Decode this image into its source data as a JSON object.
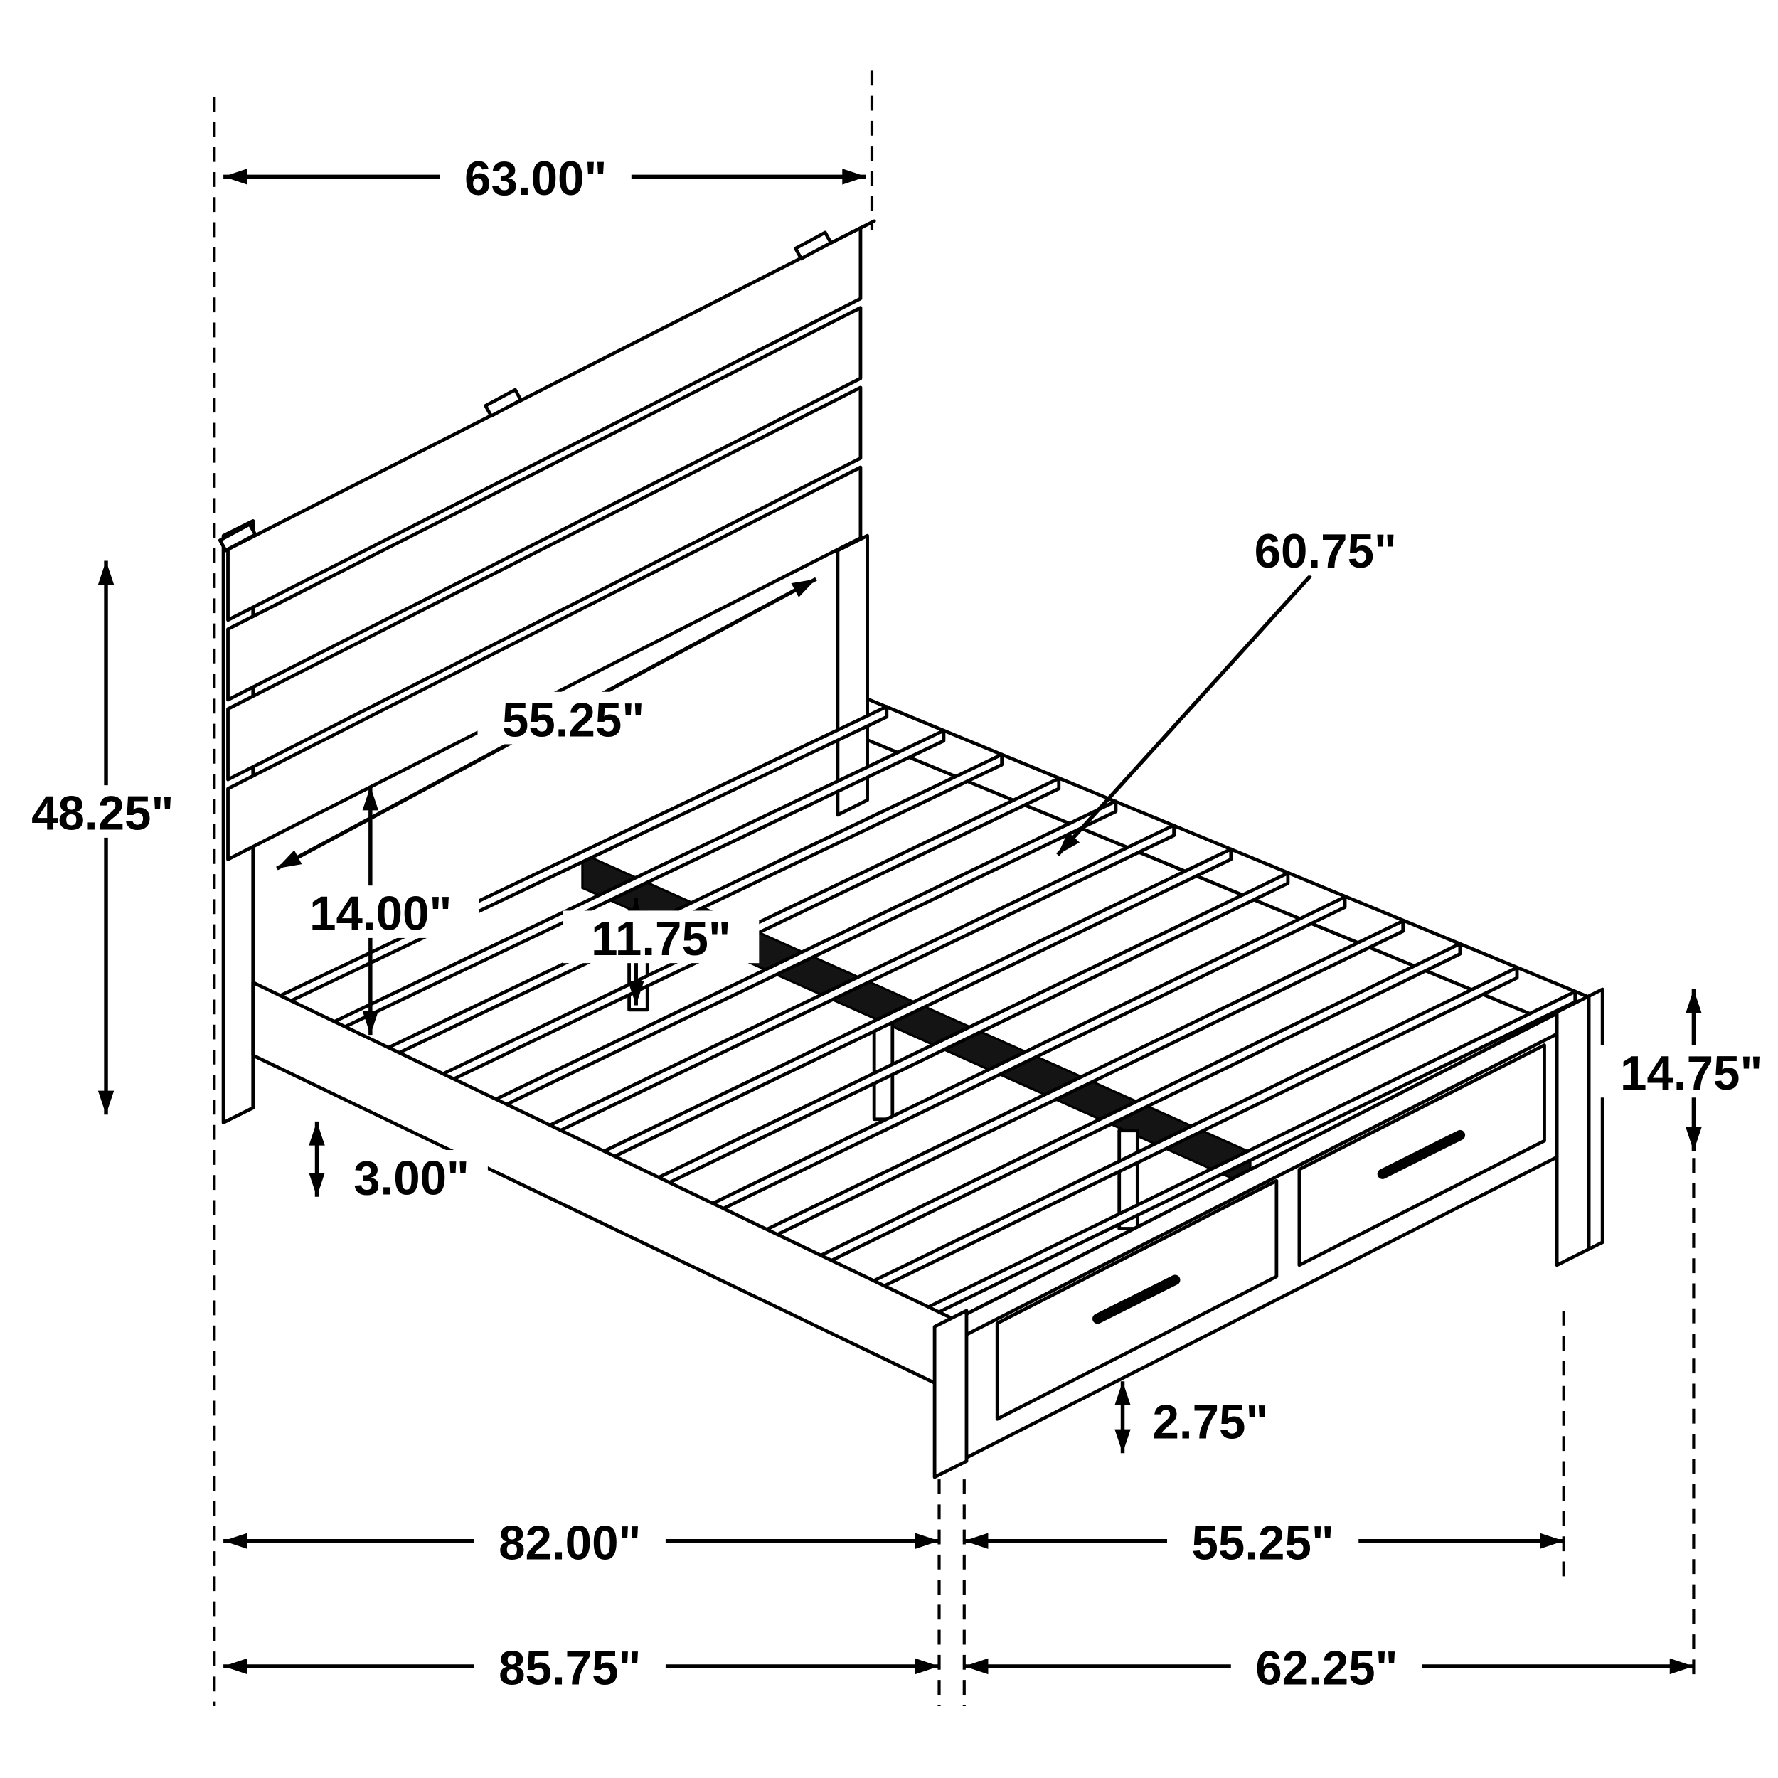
{
  "diagram": {
    "name": "storage-bed-dimension-diagram",
    "dims": {
      "headboard_width": "63.00\"",
      "slat_length": "60.75\"",
      "headboard_panel_width": "55.25\"",
      "headboard_height": "48.25\"",
      "deck_height": "14.00\"",
      "center_support_height": "11.75\"",
      "rail_clearance": "3.00\"",
      "footboard_height": "14.75\"",
      "drawer_clearance": "2.75\"",
      "side_rail_length": "82.00\"",
      "footboard_width": "55.25\"",
      "overall_length": "85.75\"",
      "overall_width": "62.25\""
    }
  }
}
